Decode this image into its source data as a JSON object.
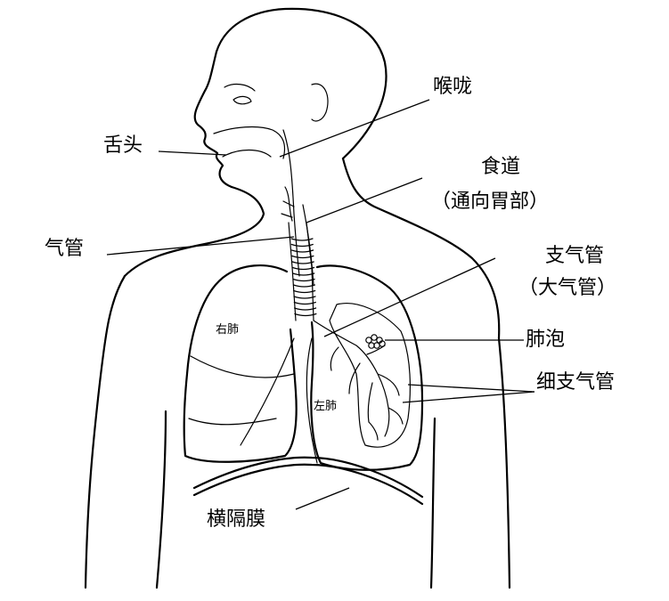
{
  "labels": {
    "tongue": "舌头",
    "larynx": "喉咙",
    "esophagus": "食道",
    "esophagus_note": "（通向胃部）",
    "trachea": "气管",
    "bronchus": "支气管",
    "bronchus_note": "（大气管）",
    "alveoli": "肺泡",
    "bronchioles": "细支气管",
    "right_lung": "右肺",
    "left_lung": "左肺",
    "diaphragm": "横隔膜"
  }
}
